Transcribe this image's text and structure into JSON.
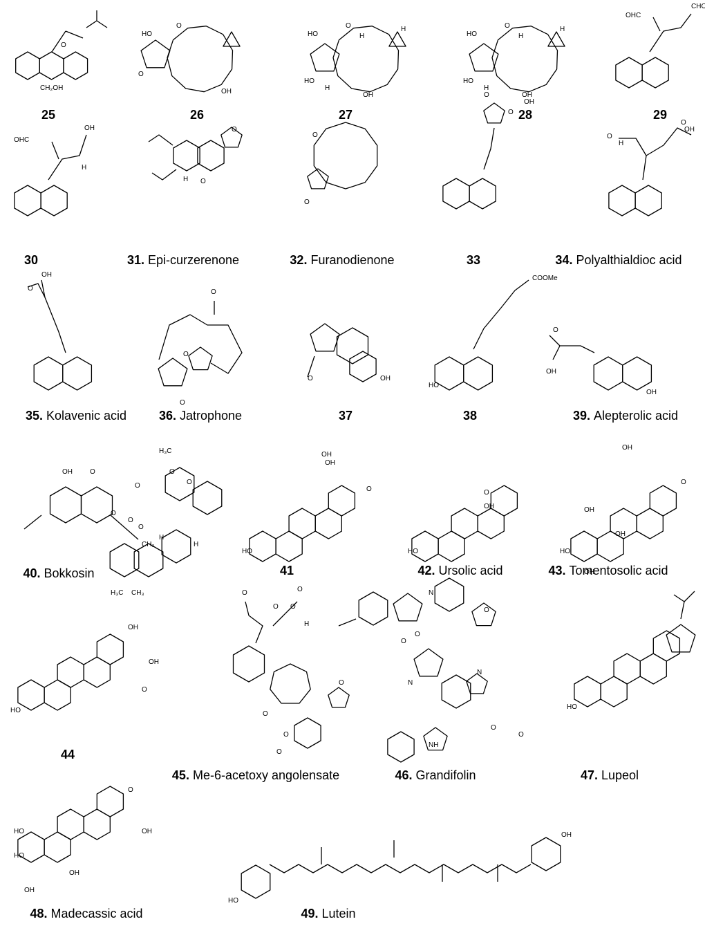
{
  "compounds": [
    {
      "number": "25",
      "name": "",
      "atoms": [
        "O",
        "CH₂OH"
      ]
    },
    {
      "number": "26",
      "name": "",
      "atoms": [
        "HO",
        "O",
        "O",
        "OH"
      ]
    },
    {
      "number": "27",
      "name": "",
      "atoms": [
        "HO",
        "O",
        "H",
        "H",
        "HO",
        "H",
        "OH"
      ]
    },
    {
      "number": "28",
      "name": "",
      "atoms": [
        "HO",
        "O",
        "H",
        "H",
        "HO",
        "H",
        "OH"
      ]
    },
    {
      "number": "29",
      "name": "",
      "atoms": [
        "OHC",
        "CHO"
      ]
    },
    {
      "number": "30",
      "name": "",
      "atoms": [
        "OHC",
        "OH",
        "H"
      ]
    },
    {
      "number": "31",
      "name": "Epi-curzerenone",
      "atoms": [
        "O",
        "H",
        "O"
      ]
    },
    {
      "number": "32",
      "name": "Furanodienone",
      "atoms": [
        "O",
        "O"
      ]
    },
    {
      "number": "33",
      "name": "",
      "atoms": [
        "O",
        "O",
        "OH"
      ]
    },
    {
      "number": "34",
      "name": "Polyalthialdioc acid",
      "atoms": [
        "O",
        "H",
        "O",
        "OH"
      ]
    },
    {
      "number": "35",
      "name": "Kolavenic acid",
      "atoms": [
        "OH",
        "O"
      ]
    },
    {
      "number": "36",
      "name": "Jatrophone",
      "atoms": [
        "O",
        "O",
        "O"
      ]
    },
    {
      "number": "37",
      "name": "",
      "atoms": [
        "O",
        "OH"
      ]
    },
    {
      "number": "38",
      "name": "",
      "atoms": [
        "COOMe",
        "HO"
      ]
    },
    {
      "number": "39",
      "name": "Alepterolic acid",
      "atoms": [
        "O",
        "OH",
        "OH"
      ]
    },
    {
      "number": "40",
      "name": "Bokkosin",
      "atoms": [
        "H₃C",
        "O",
        "OH",
        "O",
        "O",
        "O",
        "O",
        "O",
        "O",
        "CH₃",
        "H",
        "H",
        "H₃C",
        "CH₃"
      ]
    },
    {
      "number": "41",
      "name": "",
      "atoms": [
        "OH",
        "OH",
        "O",
        "HO"
      ]
    },
    {
      "number": "42",
      "name": "Ursolic acid",
      "atoms": [
        "O",
        "OH",
        "HO"
      ]
    },
    {
      "number": "43",
      "name": "Tomentosolic acid",
      "atoms": [
        "OH",
        "OH",
        "OH",
        "O",
        "HO",
        "OH"
      ]
    },
    {
      "number": "44",
      "name": "",
      "atoms": [
        "OH",
        "OH",
        "O",
        "HO"
      ]
    },
    {
      "number": "45",
      "name": "Me-6-acetoxy angolensate",
      "atoms": [
        "O",
        "O",
        "O",
        "O",
        "H",
        "O",
        "O",
        "O",
        "O"
      ]
    },
    {
      "number": "46",
      "name": "Grandifolin",
      "atoms": [
        "N",
        "O",
        "O",
        "N",
        "O",
        "N",
        "O",
        "O",
        "NH"
      ]
    },
    {
      "number": "47",
      "name": "Lupeol",
      "atoms": [
        "HO"
      ]
    },
    {
      "number": "48",
      "name": "Madecassic acid",
      "atoms": [
        "O",
        "OH",
        "HO",
        "HO",
        "OH",
        "OH"
      ]
    },
    {
      "number": "49",
      "name": "Lutein",
      "atoms": [
        "OH",
        "HO"
      ]
    }
  ]
}
